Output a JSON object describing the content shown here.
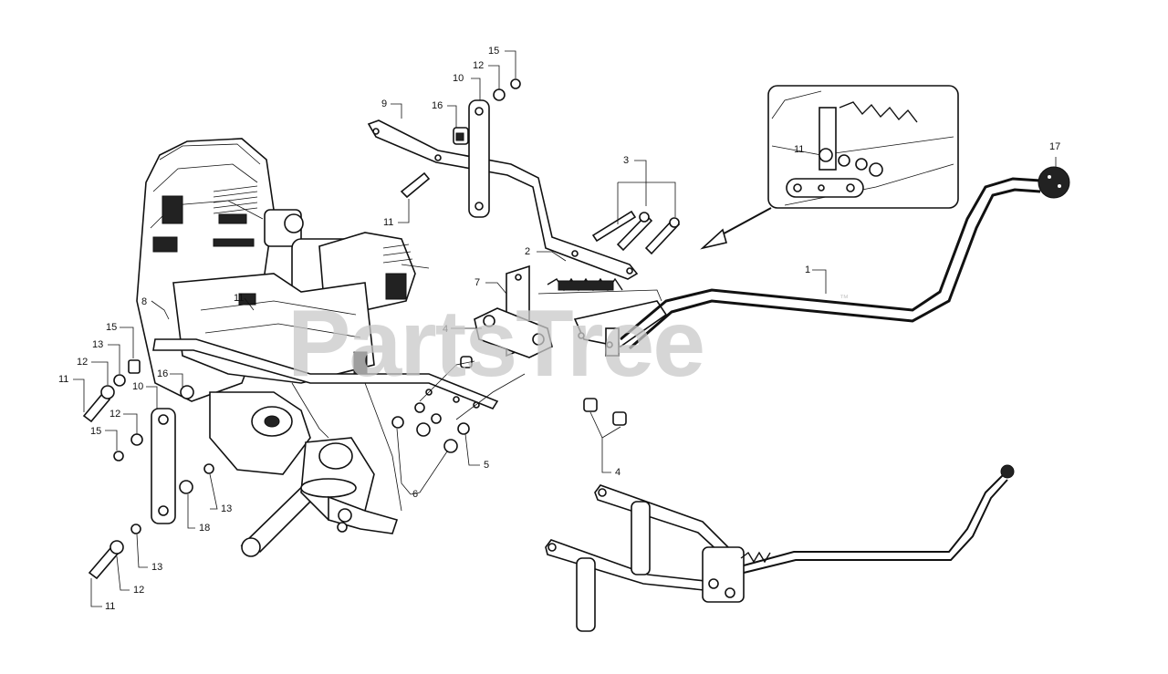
{
  "diagram": {
    "watermark": "PartsTree",
    "watermark_tm": "™",
    "callouts": [
      {
        "id": "c15-top",
        "text": "15"
      },
      {
        "id": "c12-top",
        "text": "12"
      },
      {
        "id": "c10-top",
        "text": "10"
      },
      {
        "id": "c9",
        "text": "9"
      },
      {
        "id": "c16-top",
        "text": "16"
      },
      {
        "id": "c11-top",
        "text": "11"
      },
      {
        "id": "c3",
        "text": "3"
      },
      {
        "id": "c2",
        "text": "2"
      },
      {
        "id": "c1",
        "text": "1"
      },
      {
        "id": "c17",
        "text": "17"
      },
      {
        "id": "c7",
        "text": "7"
      },
      {
        "id": "c4-mid",
        "text": "4"
      },
      {
        "id": "c8",
        "text": "8"
      },
      {
        "id": "c11-engine",
        "text": "11"
      },
      {
        "id": "c15-left",
        "text": "15"
      },
      {
        "id": "c13-left",
        "text": "13"
      },
      {
        "id": "c12-left",
        "text": "12"
      },
      {
        "id": "c11-left",
        "text": "11"
      },
      {
        "id": "c16-left",
        "text": "16"
      },
      {
        "id": "c10-left",
        "text": "10"
      },
      {
        "id": "c12-lower",
        "text": "12"
      },
      {
        "id": "c15-lower",
        "text": "15"
      },
      {
        "id": "c13-mid",
        "text": "13"
      },
      {
        "id": "c18",
        "text": "18"
      },
      {
        "id": "c13-bottom",
        "text": "13"
      },
      {
        "id": "c12-bottom",
        "text": "12"
      },
      {
        "id": "c11-bottom",
        "text": "11"
      },
      {
        "id": "c5",
        "text": "5"
      },
      {
        "id": "c6",
        "text": "6"
      },
      {
        "id": "c4-bottom",
        "text": "4"
      },
      {
        "id": "c11-inset",
        "text": "11"
      }
    ]
  }
}
